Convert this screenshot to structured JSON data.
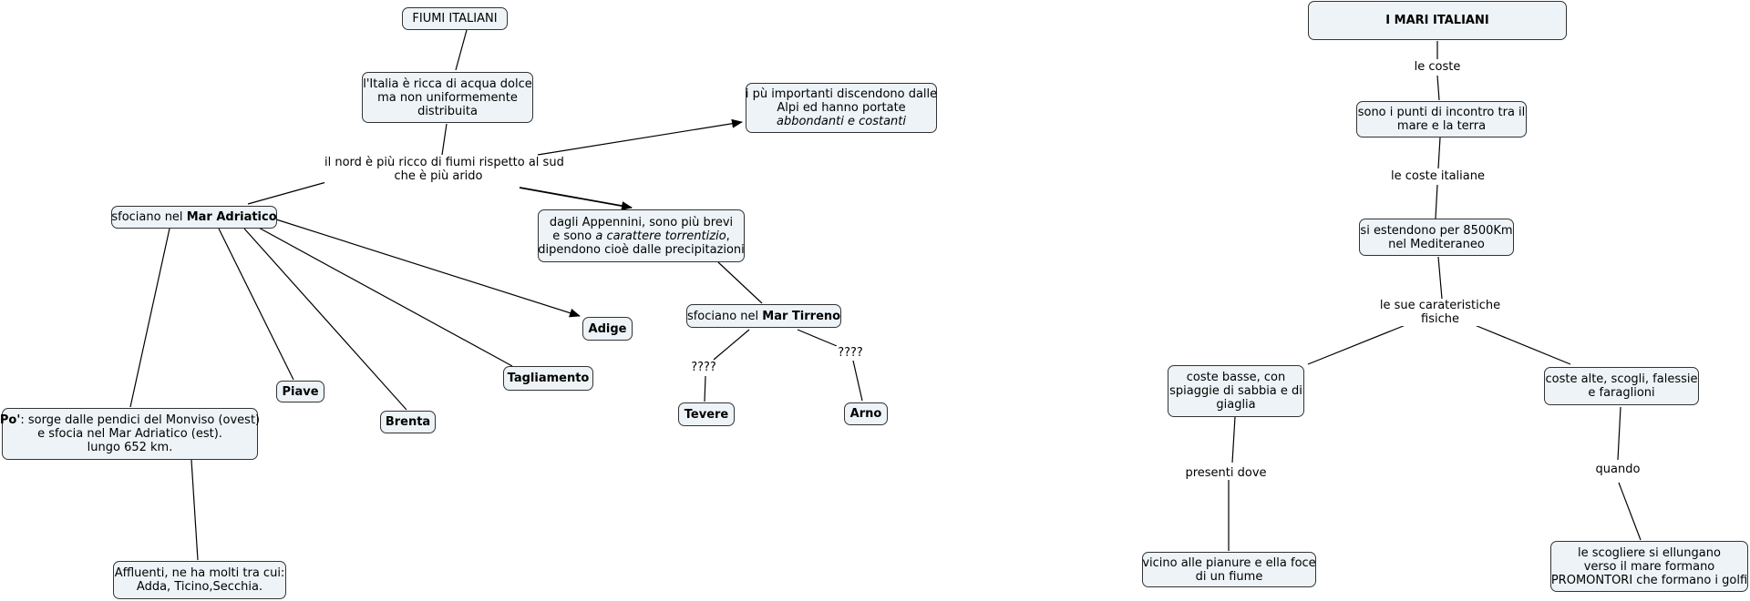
{
  "left_map": {
    "title": "FIUMI ITALIANI",
    "intro": [
      "l'Italia è ricca di acqua dolce",
      "ma non uniformemente",
      "distribuita"
    ],
    "north_link": [
      "il nord è più ricco di fiumi rispetto al sud",
      "che è più arido"
    ],
    "alps": {
      "line1": "i pù importanti discendono dalle",
      "line2": "Alpi ed hanno portate",
      "line3": "abbondanti e costanti"
    },
    "apennines": {
      "line1": "dagli Appennini, sono più brevi",
      "line2_pre": "e sono ",
      "line2_em": "a carattere torrentizio",
      "line2_post": ",",
      "line3": "dipendono cioè dalle precipitazioni"
    },
    "adriatic": {
      "pre": "sfociano nel ",
      "bold": "Mar Adriatico"
    },
    "tyrrhenian": {
      "pre": "sfociano nel ",
      "bold": "Mar Tirreno"
    },
    "rivers": {
      "adige": "Adige",
      "piave": "Piave",
      "brenta": "Brenta",
      "tagliamento": "Tagliamento",
      "tevere": "Tevere",
      "arno": "Arno"
    },
    "po": {
      "bold": "Po'",
      "line1_rest": ": sorge dalle pendici del Monviso (ovest)",
      "line2": "e sfocia nel Mar Adriatico (est).",
      "line3": "lungo 652 km."
    },
    "unknown_link_1": "????",
    "unknown_link_2": "????",
    "tributaries": [
      "Affluenti, ne ha molti tra cui:",
      "Adda, Ticino,Secchia."
    ]
  },
  "right_map": {
    "title": "I MARI ITALIANI",
    "link_coasts": "le coste",
    "meeting": [
      "sono i punti di incontro tra il",
      "mare e la terra"
    ],
    "link_italian_coasts": "le coste italiane",
    "extent": [
      "si estendono per 8500Km",
      "nel Mediteraneo"
    ],
    "link_features": [
      "le sue carateristiche",
      "fisiche"
    ],
    "low_coasts": [
      "coste basse, con",
      "spiaggie di sabbia e di",
      "giaglia"
    ],
    "high_coasts": [
      "coste alte, scogli, falessie",
      "e faraglioni"
    ],
    "link_where": "presenti dove",
    "link_when": "quando",
    "plains": [
      "vicino alle pianure e ella foce",
      "di un fiume"
    ],
    "cliffs": [
      "le scogliere si ellungano",
      "verso il mare formano",
      "PROMONTORI che formano i golfi"
    ]
  }
}
